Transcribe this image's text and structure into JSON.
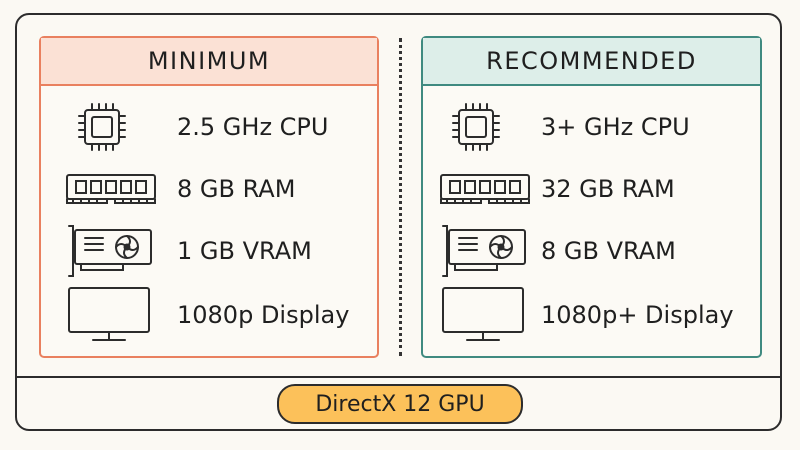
{
  "minimum": {
    "title": "MINIMUM",
    "items": [
      {
        "icon": "cpu-chip-icon",
        "label": "2.5 GHz CPU"
      },
      {
        "icon": "ram-module-icon",
        "label": "8 GB RAM"
      },
      {
        "icon": "graphics-card-icon",
        "label": "1 GB VRAM"
      },
      {
        "icon": "monitor-icon",
        "label": "1080p Display"
      }
    ]
  },
  "recommended": {
    "title": "RECOMMENDED",
    "items": [
      {
        "icon": "cpu-chip-icon",
        "label": "3+ GHz CPU"
      },
      {
        "icon": "ram-module-icon",
        "label": "32 GB RAM"
      },
      {
        "icon": "graphics-card-icon",
        "label": "8 GB VRAM"
      },
      {
        "icon": "monitor-icon",
        "label": "1080p+ Display"
      }
    ]
  },
  "footer": {
    "badge": "DirectX 12 GPU"
  },
  "colors": {
    "minimum_accent": "#e9805f",
    "minimum_header": "#fbe1d5",
    "recommended_accent": "#3f8a80",
    "recommended_header": "#ddeee9",
    "badge_fill": "#fcc15a",
    "ink": "#2c2c2c"
  }
}
